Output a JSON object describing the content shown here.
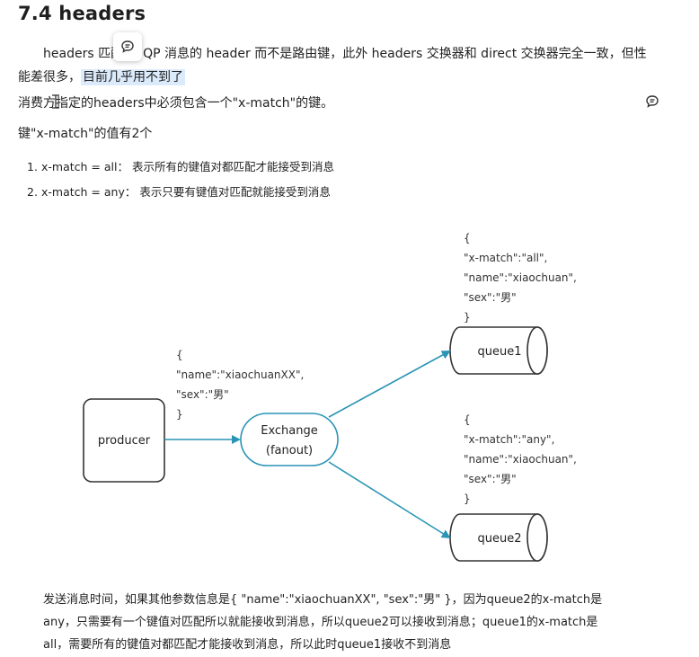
{
  "heading": "7.4 headers",
  "intro": {
    "part1": "headers 匹配",
    "part2": "QP 消息的 header 而不是路由键，此外 headers 交换器和 direct 交换器完全一致，但性",
    "line2_plain": "能差很多，",
    "line2_highlight": "目前几乎用不到了"
  },
  "para2": "消费方指定的headers中必须包含一个\"x-match\"的键。",
  "para3": "键\"x-match\"的值有2个",
  "list": [
    {
      "num": "1.",
      "text": "x-match = all： 表示所有的键值对都匹配才能接受到消息"
    },
    {
      "num": "2.",
      "text": "x-match = any： 表示只要有键值对匹配就能接受到消息"
    }
  ],
  "diagram": {
    "producer": "producer",
    "exchange_line1": "Exchange",
    "exchange_line2": "(fanout)",
    "queue1": "queue1",
    "queue2": "queue2",
    "msg_json": [
      "{",
      "\"name\":\"xiaochuanXX\",",
      "\"sex\":\"男\"",
      "}"
    ],
    "q1_json": [
      "{",
      "\"x-match\":\"all\",",
      "\"name\":\"xiaochuan\",",
      "\"sex\":\"男\"",
      "}"
    ],
    "q2_json": [
      "{",
      "\"x-match\":\"any\",",
      "\"name\":\"xiaochuan\",",
      "\"sex\":\"男\"",
      "}"
    ]
  },
  "bottom": [
    "发送消息时间，如果其他参数信息是{ \"name\":\"xiaochuanXX\", \"sex\":\"男\" }，因为queue2的x-match是",
    "any，只需要有一个键值对匹配所以就能接收到消息，所以queue2可以接收到消息；queue1的x-match是",
    "all，需要所有的键值对都匹配才能接收到消息，所以此时queue1接收不到消息"
  ],
  "colors": {
    "arrow": "#2a94b6",
    "highlight": "#dcebfb"
  }
}
